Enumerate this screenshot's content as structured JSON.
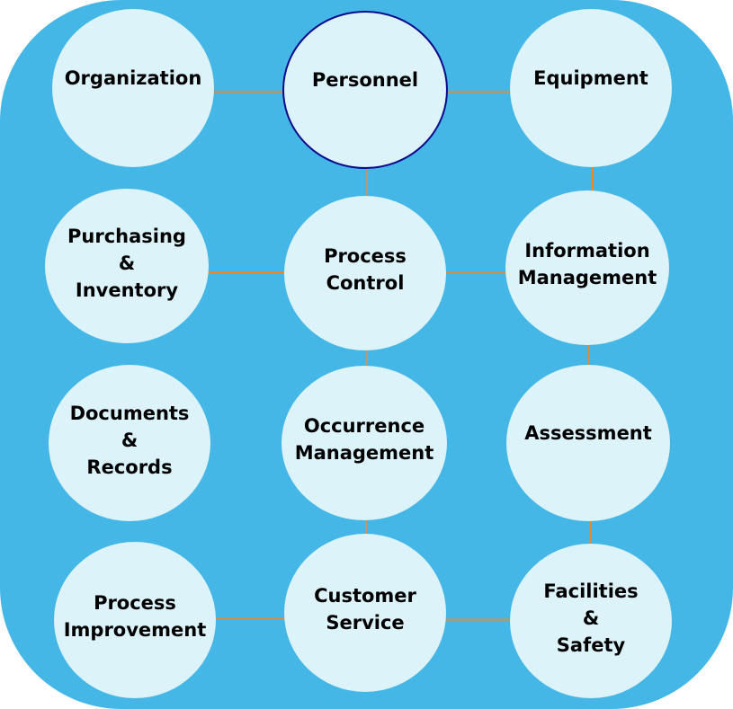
{
  "colors": {
    "panel": "#45b7e6",
    "circle": "#dcf3fa",
    "connector": "#e8892e",
    "highlight_border": "#0a0a8c"
  },
  "nodes": [
    {
      "id": "organization",
      "lines": [
        "Organization"
      ]
    },
    {
      "id": "personnel",
      "lines": [
        "Personnel"
      ],
      "selected": true
    },
    {
      "id": "equipment",
      "lines": [
        "Equipment"
      ]
    },
    {
      "id": "purchasing-inventory",
      "lines": [
        "Purchasing",
        "&",
        "Inventory"
      ]
    },
    {
      "id": "process-control",
      "lines": [
        "Process",
        "Control"
      ]
    },
    {
      "id": "information-management",
      "lines": [
        "Information",
        "Management"
      ]
    },
    {
      "id": "documents-records",
      "lines": [
        "Documents",
        "&",
        "Records"
      ]
    },
    {
      "id": "occurrence-management",
      "lines": [
        "Occurrence",
        "Management"
      ]
    },
    {
      "id": "assessment",
      "lines": [
        "Assessment"
      ]
    },
    {
      "id": "process-improvement",
      "lines": [
        "Process",
        "Improvement"
      ]
    },
    {
      "id": "customer-service",
      "lines": [
        "Customer",
        "Service"
      ]
    },
    {
      "id": "facilities-safety",
      "lines": [
        "Facilities",
        "&",
        "Safety"
      ]
    }
  ]
}
